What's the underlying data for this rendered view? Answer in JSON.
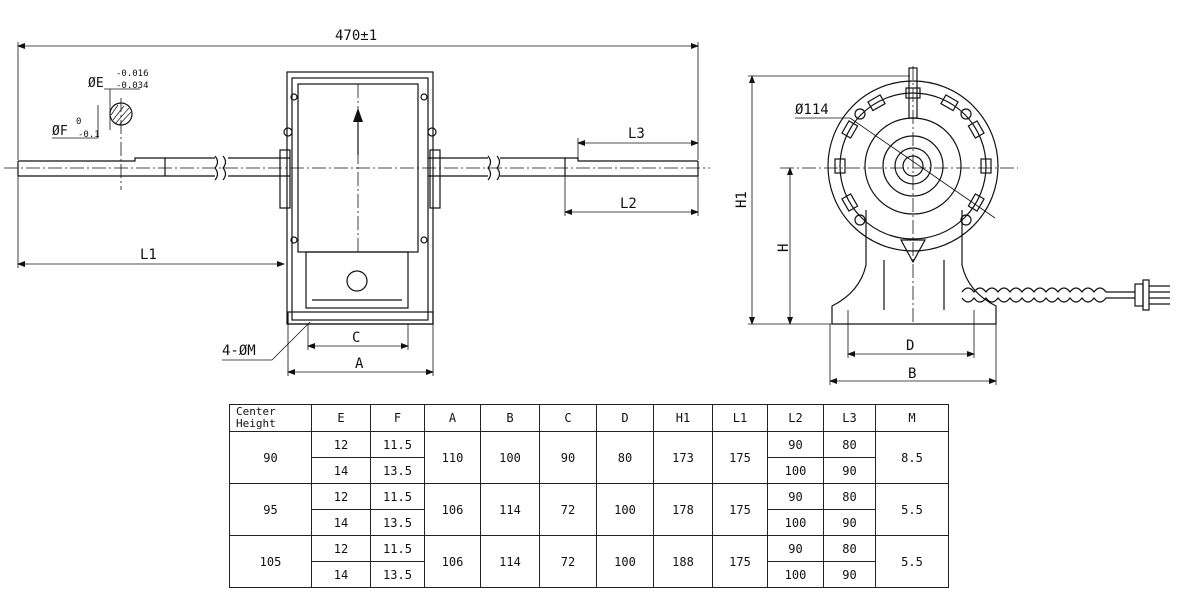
{
  "drawing": {
    "overall_length": "470±1",
    "dim_E": "ØE",
    "dim_E_upper": "-0.016",
    "dim_E_lower": "-0.034",
    "dim_F": "ØF",
    "dim_F_upper": "0",
    "dim_F_lower": "-0.1",
    "L1": "L1",
    "L2": "L2",
    "L3": "L3",
    "C": "C",
    "A": "A",
    "mount_holes": "4-ØM",
    "flange_dia": "Ø114",
    "H1": "H1",
    "H": "H",
    "D": "D",
    "B": "B"
  },
  "table": {
    "headers": {
      "center_height": [
        "Center",
        "Height"
      ],
      "E": "E",
      "F": "F",
      "A": "A",
      "B": "B",
      "C": "C",
      "D": "D",
      "H1": "H1",
      "L1": "L1",
      "L2": "L2",
      "L3": "L3",
      "M": "M"
    },
    "groups": [
      {
        "center_height": "90",
        "A": "110",
        "B": "100",
        "C": "90",
        "D": "80",
        "H1": "173",
        "L1": "175",
        "M": "8.5",
        "rows": [
          {
            "E": "12",
            "F": "11.5",
            "L2": "90",
            "L3": "80"
          },
          {
            "E": "14",
            "F": "13.5",
            "L2": "100",
            "L3": "90"
          }
        ]
      },
      {
        "center_height": "95",
        "A": "106",
        "B": "114",
        "C": "72",
        "D": "100",
        "H1": "178",
        "L1": "175",
        "M": "5.5",
        "rows": [
          {
            "E": "12",
            "F": "11.5",
            "L2": "90",
            "L3": "80"
          },
          {
            "E": "14",
            "F": "13.5",
            "L2": "100",
            "L3": "90"
          }
        ]
      },
      {
        "center_height": "105",
        "A": "106",
        "B": "114",
        "C": "72",
        "D": "100",
        "H1": "188",
        "L1": "175",
        "M": "5.5",
        "rows": [
          {
            "E": "12",
            "F": "11.5",
            "L2": "90",
            "L3": "80"
          },
          {
            "E": "14",
            "F": "13.5",
            "L2": "100",
            "L3": "90"
          }
        ]
      }
    ]
  }
}
